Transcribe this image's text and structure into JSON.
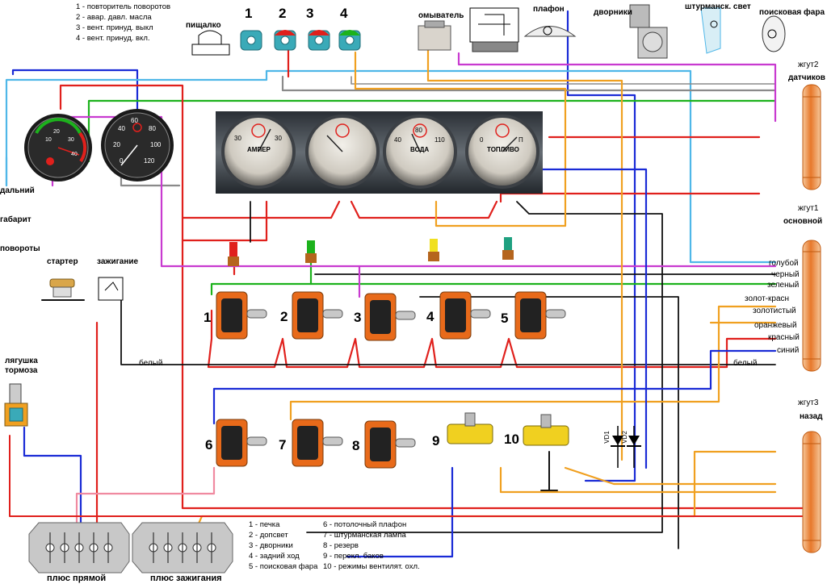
{
  "top_legend": [
    "1 - повторитель поворотов",
    "2 - авар. давл. масла",
    "3 - вент. принуд. выкл",
    "4 - вент. принуд. вкл."
  ],
  "indicator_numbers": [
    "1",
    "2",
    "3",
    "4"
  ],
  "component_labels": {
    "buzzer": "пищалко",
    "washer": "омыватель",
    "ceiling_lamp": "плафон",
    "wipers": "дворники",
    "map_light": "штурманск. свет",
    "search_light": "поисковая фара",
    "starter": "стартер",
    "ignition": "зажигание",
    "brake_switch_line1": "лягушка",
    "brake_switch_line2": "тормоза",
    "high_beam": "дальний",
    "parking": "габарит",
    "turns": "повороты"
  },
  "harness": {
    "h2_line1": "жгут2",
    "h2_line2": "датчиков",
    "h1_line1": "жгут1",
    "h1_line2": "основной",
    "h3_line1": "жгут3",
    "h3_line2": "назад"
  },
  "wire_colors": {
    "blue": "голубой",
    "black": "черный",
    "green": "зеленый",
    "gold_red": "золот-красн",
    "gold": "золотистый",
    "orange": "оранжевый",
    "red": "красный",
    "dark_blue": "синий",
    "white_left": "белый",
    "white_right": "белый"
  },
  "switch_numbers": [
    "1",
    "2",
    "3",
    "4",
    "5",
    "6",
    "7",
    "8",
    "9",
    "10"
  ],
  "diodes": [
    "VD1",
    "VD2"
  ],
  "gauge_faces": {
    "ammeter_text": "АМПЕР",
    "ammeter_left": "30",
    "ammeter_right": "30",
    "temp_text": "ВОДА",
    "temp_low": "40",
    "temp_mid": "80",
    "temp_high": "110",
    "fuel_text": "ТОПЛИВО",
    "fuel_empty": "0",
    "fuel_full": "П",
    "tach_ticks": [
      "10",
      "20",
      "30",
      "40"
    ],
    "speedo_ticks": [
      "0",
      "20",
      "40",
      "60",
      "80",
      "100",
      "120"
    ]
  },
  "bottom_legend": [
    "1 - печка",
    "2 - допсвет",
    "3 - дворники",
    "4 - задний ход",
    "5 - поисковая фара",
    "6 - потолочный плафон",
    "7 - штурманская лампа",
    "8 - резерв",
    "9 - перекл. баков",
    "10 - режимы вентилят. охл."
  ],
  "fuse_blocks": {
    "left": "плюс прямой",
    "right": "плюс зажигания"
  },
  "colors": {
    "red": "#e0201c",
    "green": "#1cb21c",
    "orange": "#f0a020",
    "blue": "#1a2bd6",
    "cyan": "#4fb7e8",
    "magenta": "#c83ad0",
    "black": "#111111",
    "gray": "#8a8a8a",
    "harness_orange": "#f08a3a",
    "switch_orange": "#e86a1a"
  }
}
